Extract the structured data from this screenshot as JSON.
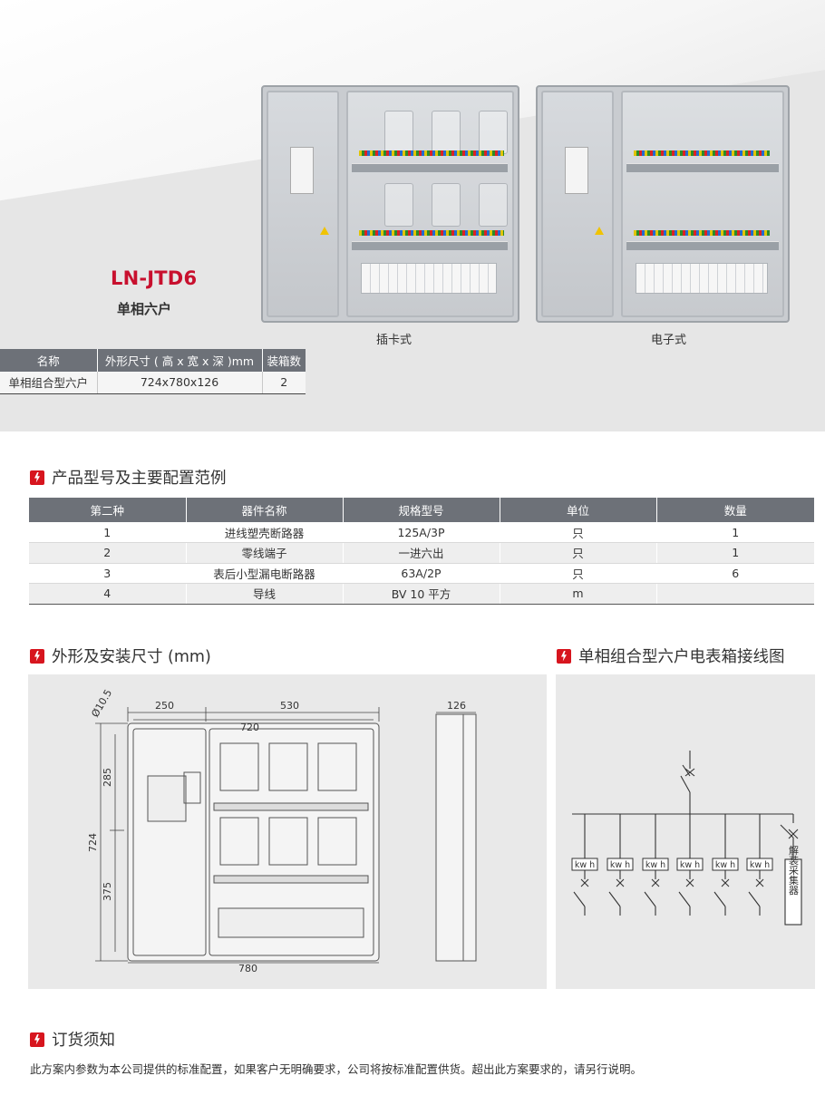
{
  "hero": {
    "product_code": "LN-JTD6",
    "product_subtitle": "单相六户",
    "captions": [
      "插卡式",
      "电子式"
    ],
    "spec_table": {
      "headers": [
        "名称",
        "外形尺寸 ( 高 x 宽 x 深 )mm",
        "装箱数"
      ],
      "row": [
        "单相组合型六户",
        "724x780x126",
        "2"
      ]
    }
  },
  "config_section": {
    "title": "产品型号及主要配置范例",
    "headers": [
      "第二种",
      "器件名称",
      "规格型号",
      "单位",
      "数量"
    ],
    "rows": [
      [
        "1",
        "进线塑壳断路器",
        "125A/3P",
        "只",
        "1"
      ],
      [
        "2",
        "零线端子",
        "一进六出",
        "只",
        "1"
      ],
      [
        "3",
        "表后小型漏电断路器",
        "63A/2P",
        "只",
        "6"
      ],
      [
        "4",
        "导线",
        "BV 10 平方",
        "m",
        ""
      ]
    ]
  },
  "dimension_section": {
    "title": "外形及安装尺寸 (mm)",
    "labels": {
      "hole": "Ø10.5",
      "w250": "250",
      "w530": "530",
      "w720": "720",
      "w780": "780",
      "h285": "285",
      "h724": "724",
      "h375": "375",
      "d126": "126"
    }
  },
  "wiring_section": {
    "title": "单相组合型六户电表箱接线图",
    "meter_label": "kw h",
    "collector_label": "解装采集器"
  },
  "notice": {
    "title": "订货须知",
    "text": "此方案内参数为本公司提供的标准配置，如果客户无明确要求，公司将按标准配置供货。超出此方案要求的，请另行说明。"
  },
  "colors": {
    "accent_red": "#d7151e",
    "code_red": "#c8102e",
    "header_gray": "#6d7178",
    "panel_gray": "#e9e9e9"
  }
}
